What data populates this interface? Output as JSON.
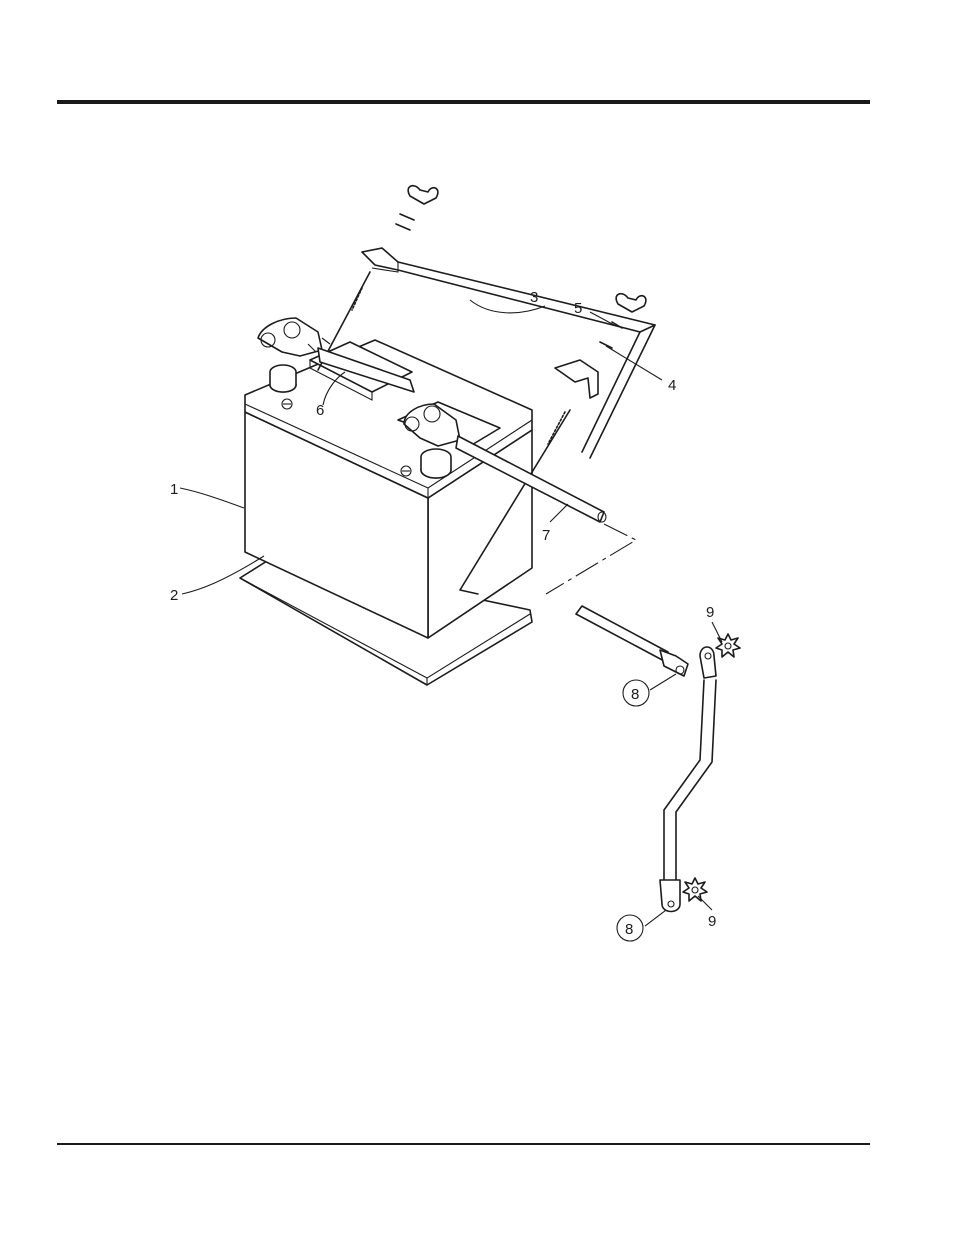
{
  "callouts": [
    {
      "id": "c1",
      "label": "1"
    },
    {
      "id": "c2",
      "label": "2"
    },
    {
      "id": "c3",
      "label": "3"
    },
    {
      "id": "c4",
      "label": "4"
    },
    {
      "id": "c5",
      "label": "5"
    },
    {
      "id": "c6",
      "label": "6"
    },
    {
      "id": "c7",
      "label": "7"
    },
    {
      "id": "c8a",
      "label": "8"
    },
    {
      "id": "c8b",
      "label": "8"
    },
    {
      "id": "c9a",
      "label": "9"
    },
    {
      "id": "c9b",
      "label": "9"
    }
  ]
}
